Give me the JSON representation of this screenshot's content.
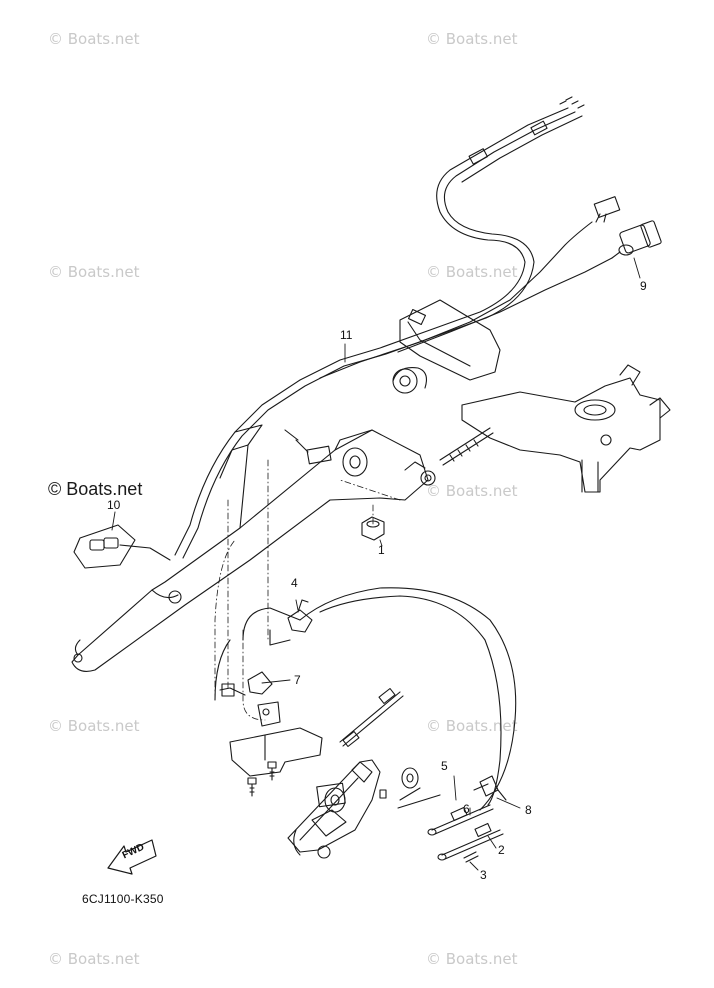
{
  "watermark": "© Boats.net",
  "watermark_prominent": "© Boats.net",
  "diagram_code": "6CJ1100-K350",
  "fwd_label": "FWD",
  "callouts": {
    "c1": "1",
    "c2": "2",
    "c3": "3",
    "c4": "4",
    "c5": "5",
    "c6": "6",
    "c7": "7",
    "c8": "8",
    "c9": "9",
    "c10": "10",
    "c11": "11"
  }
}
